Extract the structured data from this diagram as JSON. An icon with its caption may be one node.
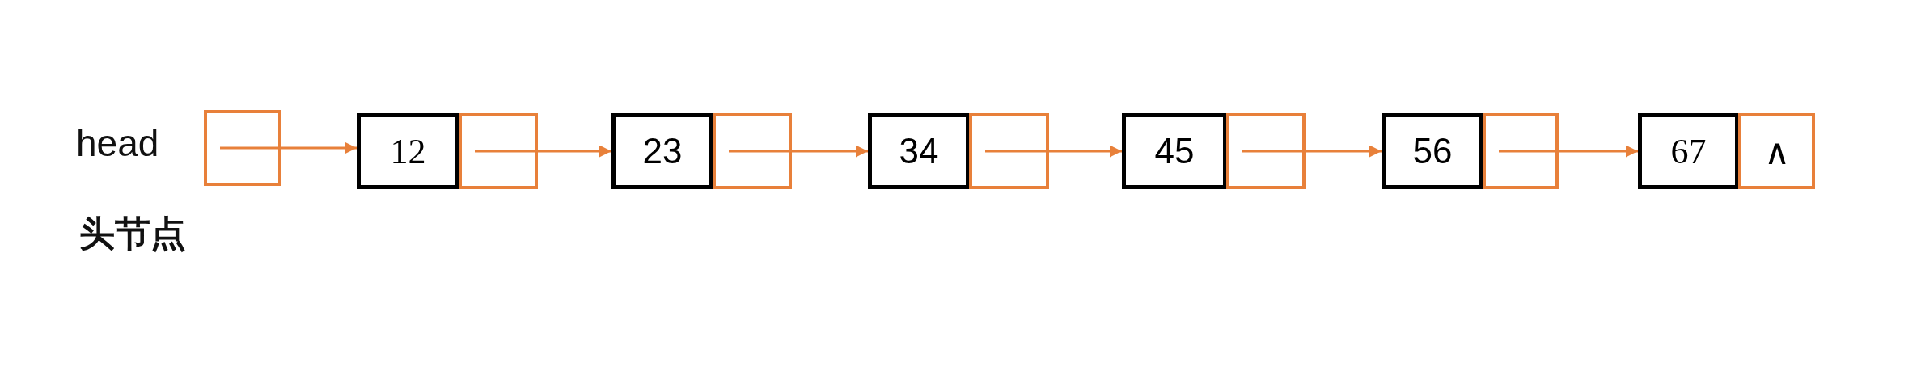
{
  "diagram": {
    "nodes": [
      {
        "text": [],
        "shape": "box",
        "beside": [
          "head",
          "头节点"
        ]
      },
      {
        "text": [
          "12"
        ]
      },
      {
        "text": [],
        "shape": "box"
      },
      {
        "text": [
          "23"
        ]
      },
      {
        "text": [],
        "shape": "box"
      },
      {
        "text": [
          "34"
        ]
      },
      {
        "text": [],
        "shape": "box"
      },
      {
        "text": [
          "45"
        ]
      },
      {
        "text": [],
        "shape": "box"
      },
      {
        "text": [
          "56"
        ]
      },
      {
        "text": [],
        "shape": "box"
      },
      {
        "text": [
          "67"
        ]
      },
      {
        "text": [
          "∧"
        ]
      }
    ],
    "edges": [
      {
        "from": 0,
        "to": 1,
        "arrow": "to"
      },
      {
        "from": 2,
        "to": 3,
        "arrow": "to"
      },
      {
        "from": 4,
        "to": 5,
        "arrow": "to"
      },
      {
        "from": 6,
        "to": 7,
        "arrow": "to"
      },
      {
        "from": 8,
        "to": 9,
        "arrow": "to"
      },
      {
        "from": 10,
        "to": 11,
        "arrow": "to"
      }
    ]
  }
}
